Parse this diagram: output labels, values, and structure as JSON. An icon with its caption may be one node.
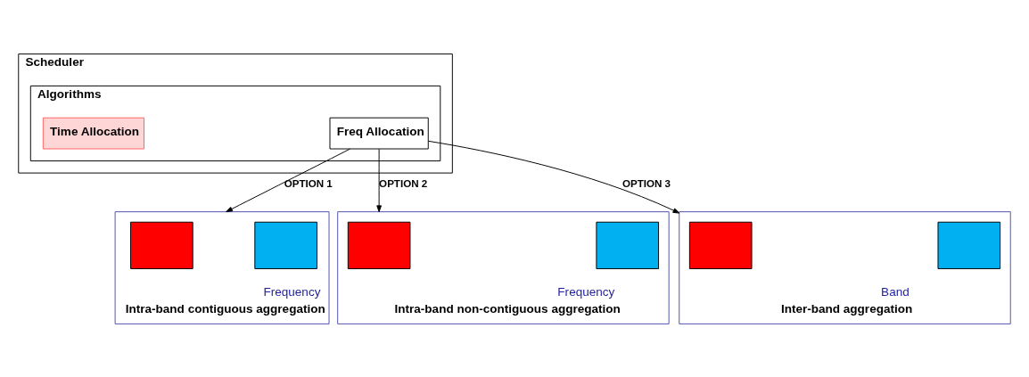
{
  "diagram": {
    "nodes": [
      {
        "text": [
          "Scheduler"
        ]
      },
      {
        "text": [
          "Algorithms"
        ],
        "in": 0
      },
      {
        "text": [
          "Time Allocation"
        ],
        "in": 1
      },
      {
        "text": [
          "Freq Allocation"
        ],
        "in": 1
      },
      {
        "text": [
          "Frequency"
        ],
        "beside": [
          "Intra-band contiguous aggregation"
        ]
      },
      {
        "text": [],
        "shape": "bar",
        "in": 4
      },
      {
        "text": [],
        "shape": "bar",
        "in": 4
      },
      {
        "text": [
          "Frequency"
        ],
        "beside": [
          "Intra-band non-contiguous aggregation"
        ]
      },
      {
        "text": [],
        "shape": "bar",
        "in": 7
      },
      {
        "text": [],
        "shape": "bar",
        "in": 7
      },
      {
        "text": [
          "Band"
        ],
        "beside": [
          "Inter-band aggregation"
        ]
      },
      {
        "text": [],
        "shape": "bar",
        "in": 10
      },
      {
        "text": [],
        "shape": "bar",
        "in": 10
      }
    ],
    "edges": [
      {
        "from": 3,
        "to": 4,
        "arrow": "to",
        "label": "OPTION 1"
      },
      {
        "from": 3,
        "to": 7,
        "arrow": "to",
        "label": "OPTION 2"
      },
      {
        "from": 3,
        "to": 10,
        "arrow": "to",
        "label": "OPTION 3"
      }
    ]
  }
}
